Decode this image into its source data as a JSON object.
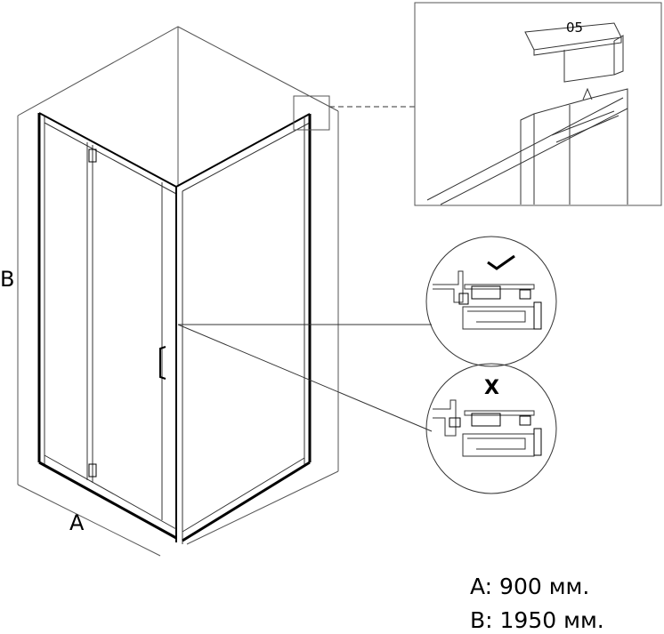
{
  "dimension_labels": {
    "width_axis": "A",
    "height_axis": "B"
  },
  "specs": {
    "a": "A: 900 мм.",
    "b": "B: 1950 мм."
  },
  "detail": {
    "part_code": "05"
  },
  "marks": {
    "correct": "check",
    "incorrect": "X"
  }
}
